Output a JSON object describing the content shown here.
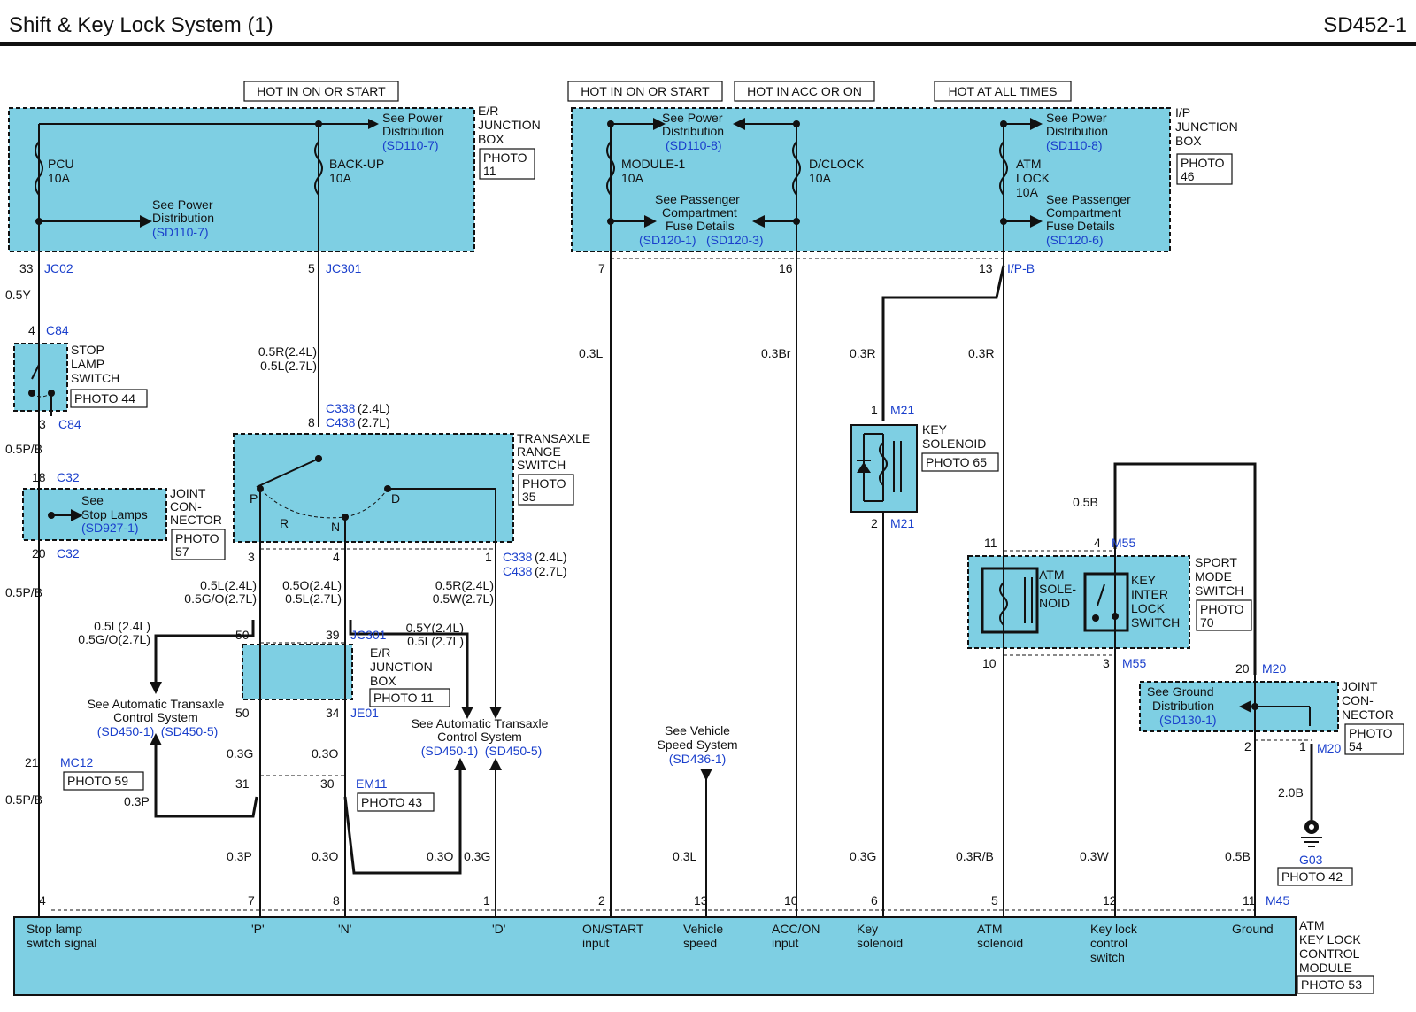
{
  "header": {
    "title": "Shift & Key Lock System (1)",
    "code": "SD452-1"
  },
  "hot": {
    "on_start_1": "HOT IN ON OR START",
    "on_start_2": "HOT IN ON OR START",
    "acc_on": "HOT IN ACC OR ON",
    "all_times": "HOT AT ALL TIMES"
  },
  "er_box": {
    "name": [
      "E/R",
      "JUNCTION",
      "BOX"
    ],
    "photo": [
      "PHOTO",
      "11"
    ],
    "pcu": [
      "PCU",
      "10A"
    ],
    "backup": [
      "BACK-UP",
      "10A"
    ],
    "see1": [
      "See Power",
      "Distribution",
      "(SD110-7)"
    ],
    "see2": [
      "See Power",
      "Distribution",
      "(SD110-7)"
    ]
  },
  "ip_box": {
    "name": [
      "I/P",
      "JUNCTION",
      "BOX"
    ],
    "photo": [
      "PHOTO",
      "46"
    ],
    "module1": [
      "MODULE-1",
      "10A"
    ],
    "dclock": [
      "D/CLOCK",
      "10A"
    ],
    "atmlock": [
      "ATM",
      "LOCK",
      "10A"
    ],
    "see_pd1": [
      "See Power",
      "Distribution",
      "(SD110-8)"
    ],
    "see_pc1": [
      "See Passenger",
      "Compartment",
      "Fuse Details",
      "(SD120-1)",
      "(SD120-3)"
    ],
    "see_pd2": [
      "See Power",
      "Distribution",
      "(SD110-8)"
    ],
    "see_pc2": [
      "See Passenger",
      "Compartment",
      "Fuse Details",
      "(SD120-6)"
    ]
  },
  "pins": {
    "p33": "33",
    "jc02": "JC02",
    "p5": "5",
    "jc301": "JC301",
    "p7": "7",
    "p16": "16",
    "p13": "13",
    "ipb": "I/P-B",
    "p4c84": "4",
    "c84a": "C84",
    "p3c84": "3",
    "c84b": "C84",
    "p18": "18",
    "c32a": "C32",
    "p20": "20",
    "c32b": "C32",
    "p8": "8",
    "c338a": "C338",
    "c338a_s": "(2.4L)",
    "c438a": "C438",
    "c438a_s": "(2.7L)",
    "p3t": "3",
    "p4t": "4",
    "p1t": "1",
    "c338b": "C338",
    "c338b_s": "(2.4L)",
    "c438b": "C438",
    "c438b_s": "(2.7L)",
    "p50a": "50",
    "p39": "39",
    "jc301b": "JC301",
    "p50b": "50",
    "p34": "34",
    "je01": "JE01",
    "p21": "21",
    "mc12": "MC12",
    "p31": "31",
    "p30": "30",
    "em11": "EM11",
    "m21a_p": "1",
    "m21a": "M21",
    "m21b_p": "2",
    "m21b": "M21",
    "p11s": "11",
    "p4s": "4",
    "m55a": "M55",
    "p10s": "10",
    "p3s": "3",
    "m55b": "M55",
    "p20m": "20",
    "m20a": "M20",
    "p2m": "2",
    "p1m": "1",
    "m20b": "M20",
    "g03": "G03",
    "mod": [
      "4",
      "7",
      "8",
      "1",
      "2",
      "13",
      "10",
      "6",
      "5",
      "12",
      "11"
    ],
    "m45": "M45"
  },
  "wires": {
    "w05y": "0.5Y",
    "w05pb1": "0.5P/B",
    "w05pb2": "0.5P/B",
    "w05pb3": "0.5P/B",
    "w05r": [
      "0.5R(2.4L)",
      "0.5L(2.7L)"
    ],
    "wt3": [
      "0.5L(2.4L)",
      "0.5G/O(2.7L)"
    ],
    "wt4": [
      "0.5O(2.4L)",
      "0.5L(2.7L)"
    ],
    "wt1": [
      "0.5R(2.4L)",
      "0.5W(2.7L)"
    ],
    "wleft": [
      "0.5L(2.4L)",
      "0.5G/O(2.7L)"
    ],
    "wmid": [
      "0.5Y(2.4L)",
      "0.5L(2.7L)"
    ],
    "w03g1": "0.3G",
    "w03o1": "0.3O",
    "w03p1": "0.3P",
    "w03p2": "0.3P",
    "w03o2": "0.3O",
    "w03o3": "0.3O",
    "w03g2": "0.3G",
    "w03l1": "0.3L",
    "w03br": "0.3Br",
    "w03r1": "0.3R",
    "w03r2": "0.3R",
    "w05b1": "0.5B",
    "w03l2": "0.3L",
    "w03g3": "0.3G",
    "w03rb": "0.3R/B",
    "w03w": "0.3W",
    "w05b2": "0.5B",
    "w20b": "2.0B"
  },
  "components": {
    "stop_lamp": [
      "STOP",
      "LAMP",
      "SWITCH"
    ],
    "stop_photo": "PHOTO 44",
    "joint_left": [
      "JOINT",
      "CON-",
      "NECTOR"
    ],
    "joint_left_photo": [
      "PHOTO",
      "57"
    ],
    "see_stop": [
      "See",
      "Stop Lamps",
      "(SD927-1)"
    ],
    "trs": [
      "TRANSAXLE",
      "RANGE",
      "SWITCH"
    ],
    "trs_photo": [
      "PHOTO",
      "35"
    ],
    "trs_p": "P",
    "trs_r": "R",
    "trs_n": "N",
    "trs_d": "D",
    "er_box2": [
      "E/R",
      "JUNCTION",
      "BOX"
    ],
    "er_box2_photo": "PHOTO 11",
    "photo59": "PHOTO 59",
    "photo43": "PHOTO 43",
    "see_atcs1": [
      "See Automatic Transaxle",
      "Control System",
      "(SD450-1)",
      "(SD450-5)"
    ],
    "see_atcs2": [
      "See Automatic Transaxle",
      "Control System",
      "(SD450-1)",
      "(SD450-5)"
    ],
    "see_vss": [
      "See Vehicle",
      "Speed System",
      "(SD436-1)"
    ],
    "key_sol": [
      "KEY",
      "SOLENOID"
    ],
    "key_sol_photo": "PHOTO 65",
    "sport": [
      "SPORT",
      "MODE",
      "SWITCH"
    ],
    "sport_photo": [
      "PHOTO",
      "70"
    ],
    "atm_sol": [
      "ATM",
      "SOLE-",
      "NOID"
    ],
    "key_inter": [
      "KEY",
      "INTER",
      "LOCK",
      "SWITCH"
    ],
    "joint_right": [
      "JOINT",
      "CON-",
      "NECTOR"
    ],
    "joint_right_photo": [
      "PHOTO",
      "54"
    ],
    "see_ground": [
      "See Ground",
      "Distribution",
      "(SD130-1)"
    ],
    "g03_photo": "PHOTO 42"
  },
  "module": {
    "name": [
      "ATM",
      "KEY LOCK",
      "CONTROL",
      "MODULE"
    ],
    "photo": "PHOTO 53",
    "labels": [
      [
        "Stop lamp",
        "switch signal"
      ],
      [
        "'P'"
      ],
      [
        "'N'"
      ],
      [
        "'D'"
      ],
      [
        "ON/START",
        "input"
      ],
      [
        "Vehicle",
        "speed"
      ],
      [
        "ACC/ON",
        "input"
      ],
      [
        "Key",
        "solenoid"
      ],
      [
        "ATM",
        "solenoid"
      ],
      [
        "Key lock",
        "control",
        "switch"
      ],
      [
        "Ground"
      ]
    ]
  }
}
